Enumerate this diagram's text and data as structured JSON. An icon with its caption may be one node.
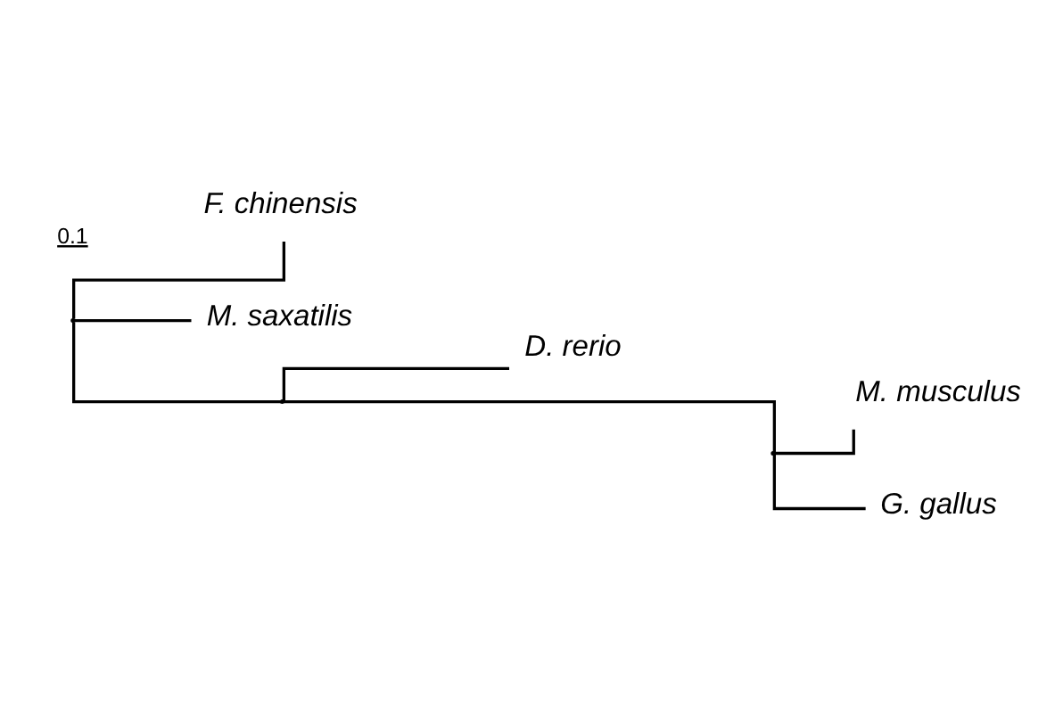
{
  "diagram": {
    "nodes": [
      {
        "text": [
          "F. chinensis"
        ]
      },
      {
        "text": [
          "M. saxatilis"
        ]
      },
      {
        "text": [
          "D. rerio"
        ]
      },
      {
        "text": [
          "M. musculus"
        ]
      },
      {
        "text": [
          "G. gallus"
        ]
      },
      {
        "text": [],
        "shape": "point"
      },
      {
        "text": [],
        "shape": "point"
      },
      {
        "text": [],
        "shape": "point"
      }
    ],
    "edges": [
      {
        "from": 5,
        "to": 0,
        "arrow": "none"
      },
      {
        "from": 5,
        "to": 1,
        "arrow": "none"
      },
      {
        "from": 5,
        "to": 6,
        "arrow": "none"
      },
      {
        "from": 6,
        "to": 2,
        "arrow": "none"
      },
      {
        "from": 6,
        "to": 7,
        "arrow": "none"
      },
      {
        "from": 7,
        "to": 3,
        "arrow": "none"
      },
      {
        "from": 7,
        "to": 4,
        "arrow": "none"
      }
    ],
    "labels": [
      "0.1"
    ]
  }
}
